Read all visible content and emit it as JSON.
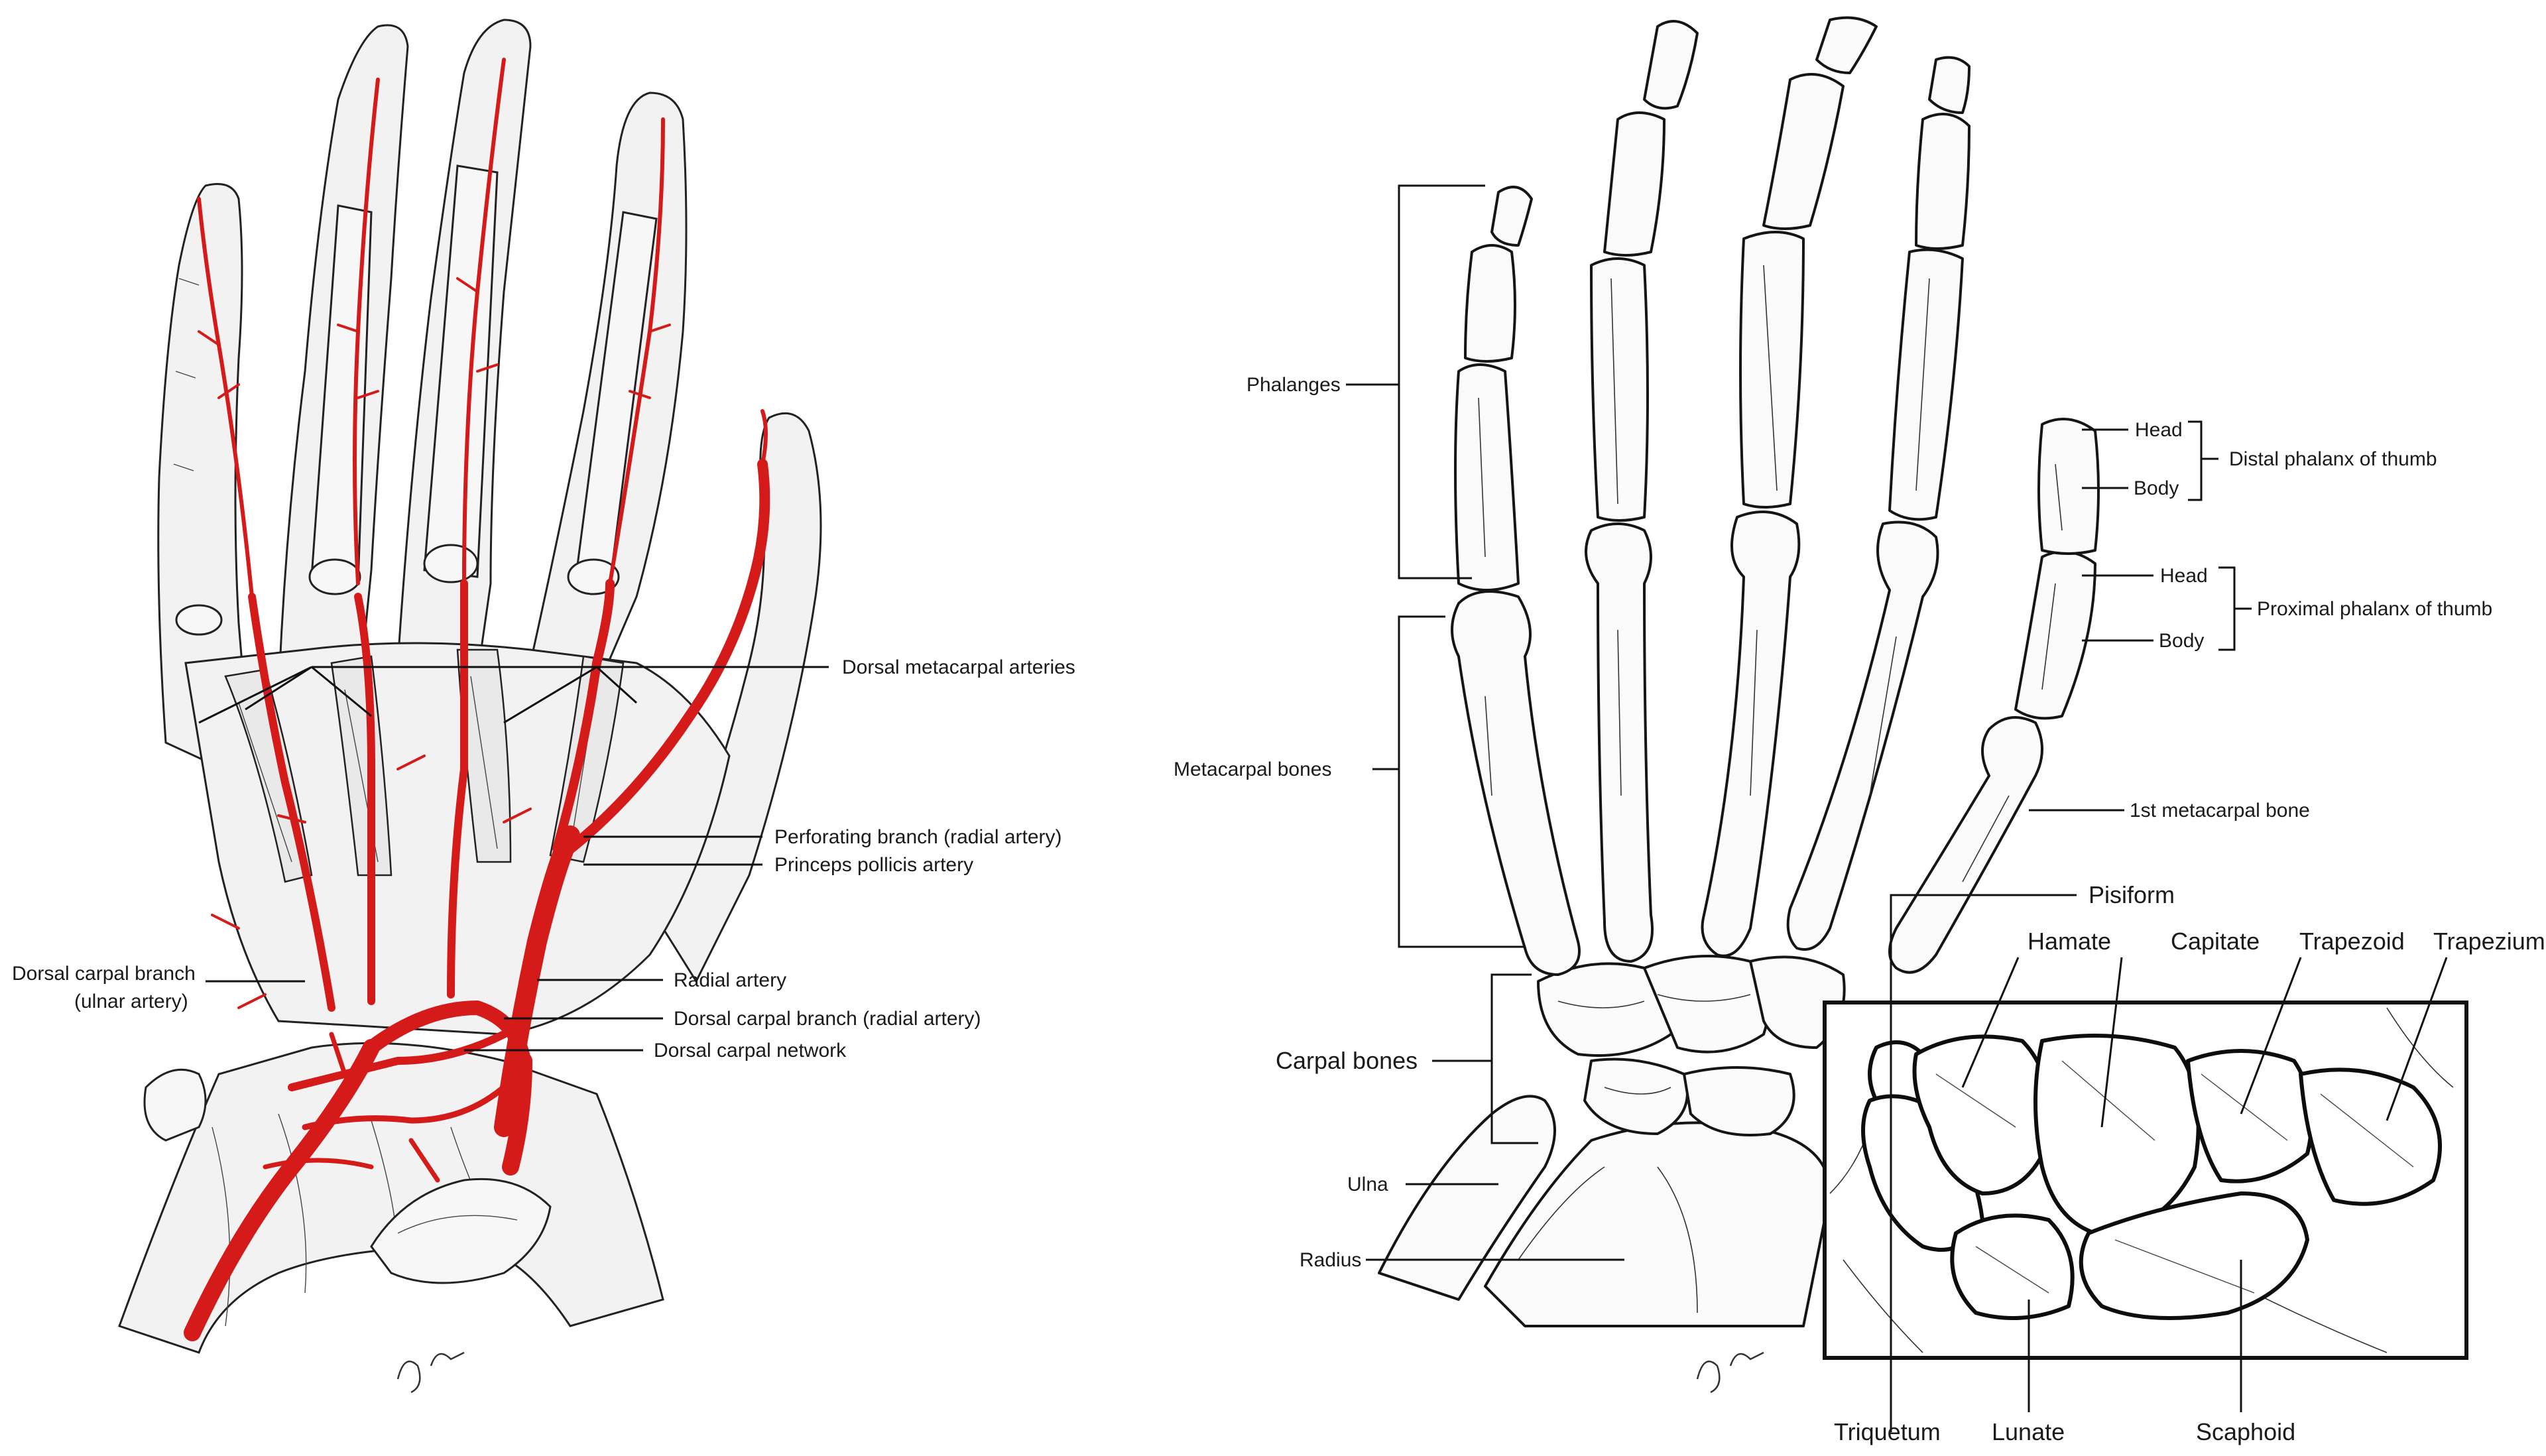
{
  "left_panel": {
    "labels": {
      "dorsal_metacarpal_arteries": "Dorsal metacarpal arteries",
      "perforating_branch": "Perforating branch (radial artery)",
      "princeps_pollicis": "Princeps pollicis artery",
      "dorsal_carpal_branch_ulnar_1": "Dorsal carpal branch",
      "dorsal_carpal_branch_ulnar_2": "(ulnar artery)",
      "radial_artery": "Radial artery",
      "dorsal_carpal_branch_radial": "Dorsal carpal branch (radial artery)",
      "dorsal_carpal_network": "Dorsal carpal network"
    }
  },
  "right_panel": {
    "labels": {
      "phalanges": "Phalanges",
      "metacarpal_bones": "Metacarpal bones",
      "carpal_bones": "Carpal bones",
      "ulna": "Ulna",
      "radius": "Radius",
      "head_distal": "Head",
      "body_distal": "Body",
      "distal_phalanx_thumb": "Distal phalanx of thumb",
      "head_proximal": "Head",
      "body_proximal": "Body",
      "proximal_phalanx_thumb": "Proximal phalanx of thumb",
      "first_metacarpal": "1st metacarpal bone",
      "pisiform": "Pisiform",
      "hamate": "Hamate",
      "capitate": "Capitate",
      "trapezoid": "Trapezoid",
      "trapezium": "Trapezium",
      "triquetum": "Triquetum",
      "lunate": "Lunate",
      "scaphoid": "Scaphoid"
    }
  },
  "colors": {
    "artery": "#d51a1a",
    "line": "#111111",
    "background": "#ffffff"
  }
}
